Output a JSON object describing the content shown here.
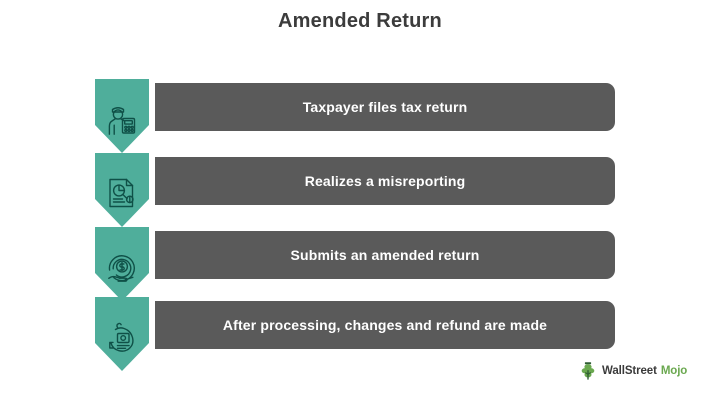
{
  "page": {
    "title": "Amended Return",
    "background_color": "#ffffff",
    "title_color": "#3c3c3c"
  },
  "theme": {
    "chevron_color": "#4fae9b",
    "bar_color": "#5a5a5a",
    "bar_text_color": "#ffffff",
    "icon_stroke_color": "#0f5047"
  },
  "flow": {
    "steps": [
      {
        "index": 1,
        "label": "Taxpayer files tax return",
        "icon": "taxpayer-person-icon"
      },
      {
        "index": 2,
        "label": "Realizes a misreporting",
        "icon": "document-magnifier-icon"
      },
      {
        "index": 3,
        "label": "Submits an amended return",
        "icon": "hand-money-circle-icon"
      },
      {
        "index": 4,
        "label": "After processing, changes and refund are made",
        "icon": "money-bag-refund-icon"
      }
    ]
  },
  "logo": {
    "mark": "clover-cross-icon",
    "text_primary": "WallStreet",
    "text_secondary": "Mojo",
    "primary_color": "#3b3b3b",
    "secondary_color": "#6aa84f"
  }
}
